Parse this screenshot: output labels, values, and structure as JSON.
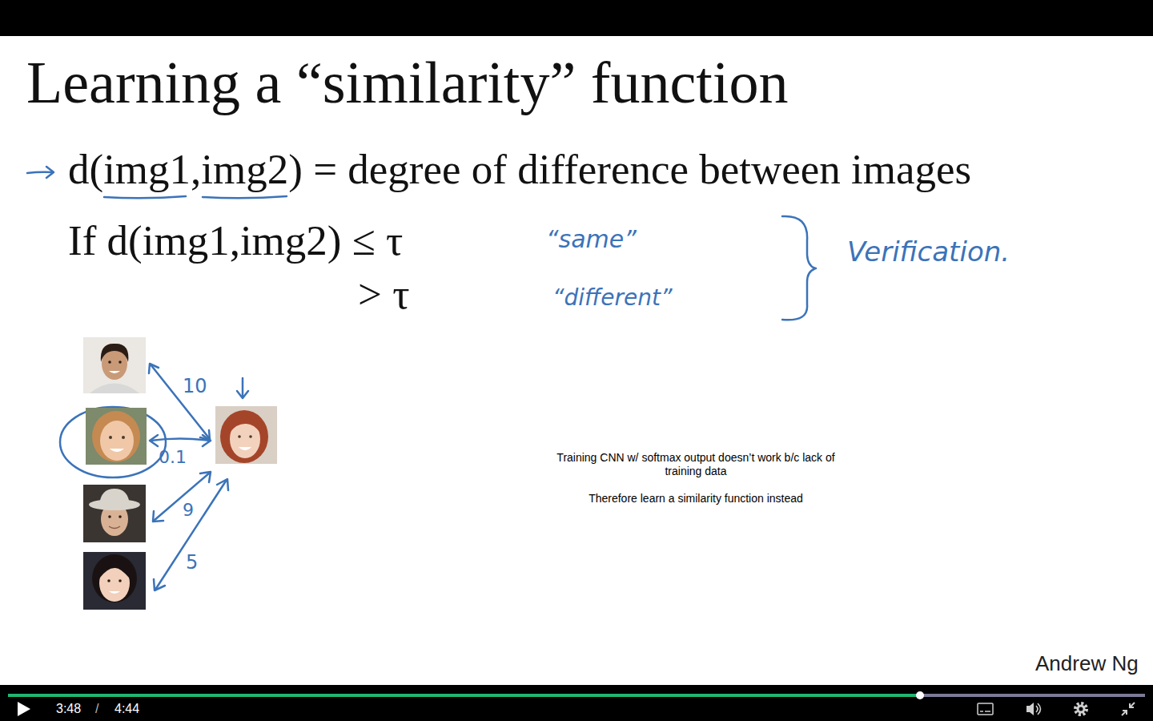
{
  "diagram": {
    "title": "Learning a “similarity” function",
    "labels": [
      "d(img1,img2) = degree of difference between images",
      "If d(img1,img2) ≤ τ",
      "> τ",
      "“same”",
      "“different”",
      "Verification.",
      "10",
      "0.1",
      "9",
      "5",
      "Training CNN w/ softmax output doesn’t work b/c lack of training data",
      "Therefore learn a similarity function instead",
      "Andrew Ng",
      "3:48",
      "/",
      "4:44"
    ]
  }
}
